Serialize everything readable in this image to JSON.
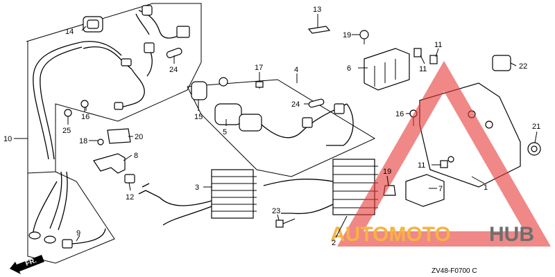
{
  "callouts": [
    {
      "id": "c1",
      "text": "1"
    },
    {
      "id": "c2",
      "text": "2"
    },
    {
      "id": "c3",
      "text": "3"
    },
    {
      "id": "c4",
      "text": "4"
    },
    {
      "id": "c5",
      "text": "5"
    },
    {
      "id": "c6",
      "text": "6"
    },
    {
      "id": "c7",
      "text": "7"
    },
    {
      "id": "c8",
      "text": "8"
    },
    {
      "id": "c9",
      "text": "9"
    },
    {
      "id": "c10",
      "text": "10"
    },
    {
      "id": "c11a",
      "text": "11"
    },
    {
      "id": "c11b",
      "text": "11"
    },
    {
      "id": "c11c",
      "text": "11"
    },
    {
      "id": "c12",
      "text": "12"
    },
    {
      "id": "c13",
      "text": "13"
    },
    {
      "id": "c14",
      "text": "14"
    },
    {
      "id": "c15",
      "text": "15"
    },
    {
      "id": "c16a",
      "text": "16"
    },
    {
      "id": "c16b",
      "text": "16"
    },
    {
      "id": "c17",
      "text": "17"
    },
    {
      "id": "c18",
      "text": "18"
    },
    {
      "id": "c19a",
      "text": "19"
    },
    {
      "id": "c19b",
      "text": "19"
    },
    {
      "id": "c20",
      "text": "20"
    },
    {
      "id": "c21",
      "text": "21"
    },
    {
      "id": "c22",
      "text": "22"
    },
    {
      "id": "c23",
      "text": "23"
    },
    {
      "id": "c24a",
      "text": "24"
    },
    {
      "id": "c24b",
      "text": "24"
    },
    {
      "id": "c25",
      "text": "25"
    }
  ],
  "diagram_code": "ZV48-F0700 C",
  "direction_label": "FR.",
  "watermark": {
    "part1": "AUTOMOTO",
    "part2": "HUB",
    "color_primary": "#f5a623",
    "color_secondary": "#555555",
    "triangle_color": "#e53935"
  }
}
